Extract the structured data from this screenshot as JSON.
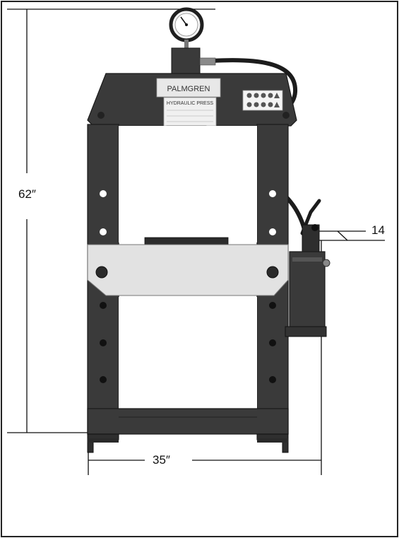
{
  "dimensions": {
    "height_label": "62″",
    "width_label": "35″",
    "depth_label": "14"
  },
  "nameplate": {
    "brand": "PALMGREN",
    "title": "HYDRAULIC PRESS"
  },
  "colors": {
    "frame": "#3a3a3a",
    "frame_dark": "#262626",
    "bed_plate": "#e2e2e2",
    "line": "#111111"
  }
}
